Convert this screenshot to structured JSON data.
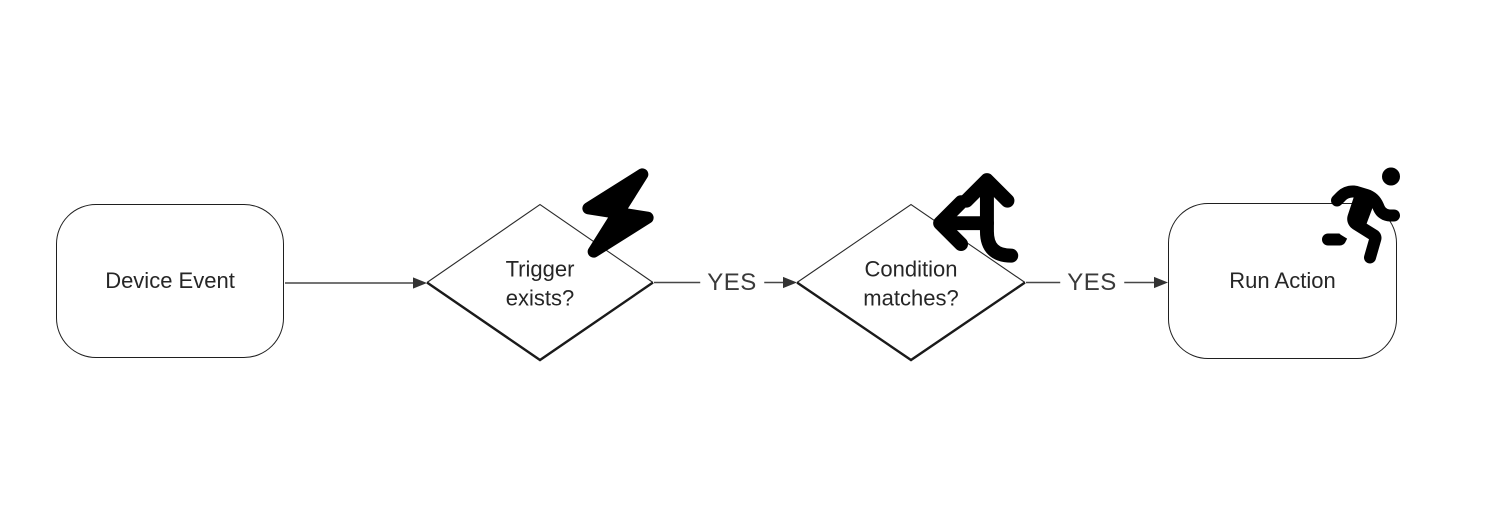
{
  "diagram": {
    "type": "flowchart",
    "direction": "left-to-right",
    "colors": {
      "background": "#ffffff",
      "shape_stroke": "#1f1f1f",
      "connector": "#474747",
      "arrowhead": "#333333",
      "text": "#262626",
      "icon": "#000000"
    },
    "nodes": [
      {
        "id": "device-event",
        "type": "rounded-rect",
        "label": "Device Event",
        "icon": null
      },
      {
        "id": "trigger-exists",
        "type": "decision-diamond",
        "label": "Trigger exists?",
        "icon": "bolt-icon"
      },
      {
        "id": "condition-matches",
        "type": "decision-diamond",
        "label": "Condition matches?",
        "icon": "split-arrows-up-left-icon"
      },
      {
        "id": "run-action",
        "type": "rounded-rect",
        "label": "Run Action",
        "icon": "person-running-icon"
      }
    ],
    "edges": [
      {
        "from": "device-event",
        "to": "trigger-exists",
        "label": ""
      },
      {
        "from": "trigger-exists",
        "to": "condition-matches",
        "label": "YES"
      },
      {
        "from": "condition-matches",
        "to": "run-action",
        "label": "YES"
      }
    ]
  }
}
